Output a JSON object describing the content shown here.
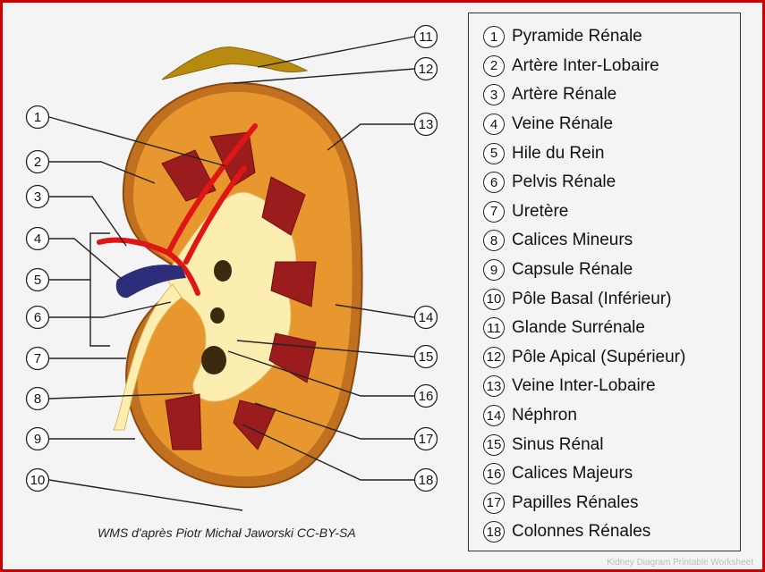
{
  "colors": {
    "capsule": "#c0701e",
    "cortex": "#e8962e",
    "pyramid": "#9b1c1c",
    "pelvis": "#fbeeb0",
    "artery": "#e01616",
    "vein": "#2e2d7a",
    "adrenal": "#b88a10",
    "frame": "#cc0000"
  },
  "legend": [
    {
      "num": "1",
      "label": "Pyramide Rénale"
    },
    {
      "num": "2",
      "label": "Artère Inter-Lobaire"
    },
    {
      "num": "3",
      "label": "Artère Rénale"
    },
    {
      "num": "4",
      "label": "Veine Rénale"
    },
    {
      "num": "5",
      "label": "Hile du Rein"
    },
    {
      "num": "6",
      "label": "Pelvis Rénale"
    },
    {
      "num": "7",
      "label": "Uretère"
    },
    {
      "num": "8",
      "label": "Calices Mineurs"
    },
    {
      "num": "9",
      "label": "Capsule Rénale"
    },
    {
      "num": "10",
      "label": "Pôle Basal (Inférieur)"
    },
    {
      "num": "11",
      "label": "Glande Surrénale"
    },
    {
      "num": "12",
      "label": "Pôle Apical (Supérieur)"
    },
    {
      "num": "13",
      "label": "Veine Inter-Lobaire"
    },
    {
      "num": "14",
      "label": "Néphron"
    },
    {
      "num": "15",
      "label": "Sinus Rénal"
    },
    {
      "num": "16",
      "label": "Calices Majeurs"
    },
    {
      "num": "17",
      "label": "Papilles Rénales"
    },
    {
      "num": "18",
      "label": "Colonnes Rénales"
    }
  ],
  "credit": "WMS d'après Piotr Michał Jaworski CC-BY-SA",
  "watermark": "Kidney Diagram Printable Worksheet"
}
